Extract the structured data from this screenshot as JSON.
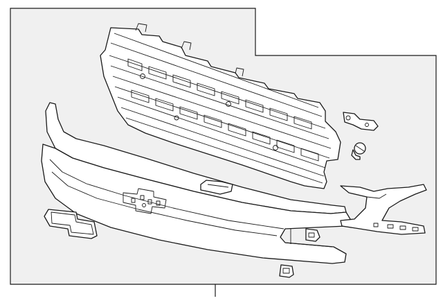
{
  "diagram": {
    "parts": [
      {
        "id": "grille-assembly",
        "icon": "grille-icon"
      },
      {
        "id": "upper-bezel-trim",
        "icon": "bezel-trim-icon"
      },
      {
        "id": "lower-bezel-panel",
        "icon": "bezel-panel-icon"
      },
      {
        "id": "bowtie-emblem",
        "icon": "emblem-icon"
      },
      {
        "id": "retainer-clip",
        "icon": "clip-icon"
      },
      {
        "id": "push-pin-fastener",
        "icon": "fastener-icon"
      },
      {
        "id": "side-support-bracket",
        "icon": "bracket-icon"
      },
      {
        "id": "small-clip-1",
        "icon": "clip-icon"
      },
      {
        "id": "small-clip-2",
        "icon": "clip-icon"
      },
      {
        "id": "small-clip-3",
        "icon": "clip-icon"
      }
    ],
    "colors": {
      "line": "#1a1a1a",
      "panel": "#f0f0f0",
      "background": "#ffffff"
    }
  }
}
